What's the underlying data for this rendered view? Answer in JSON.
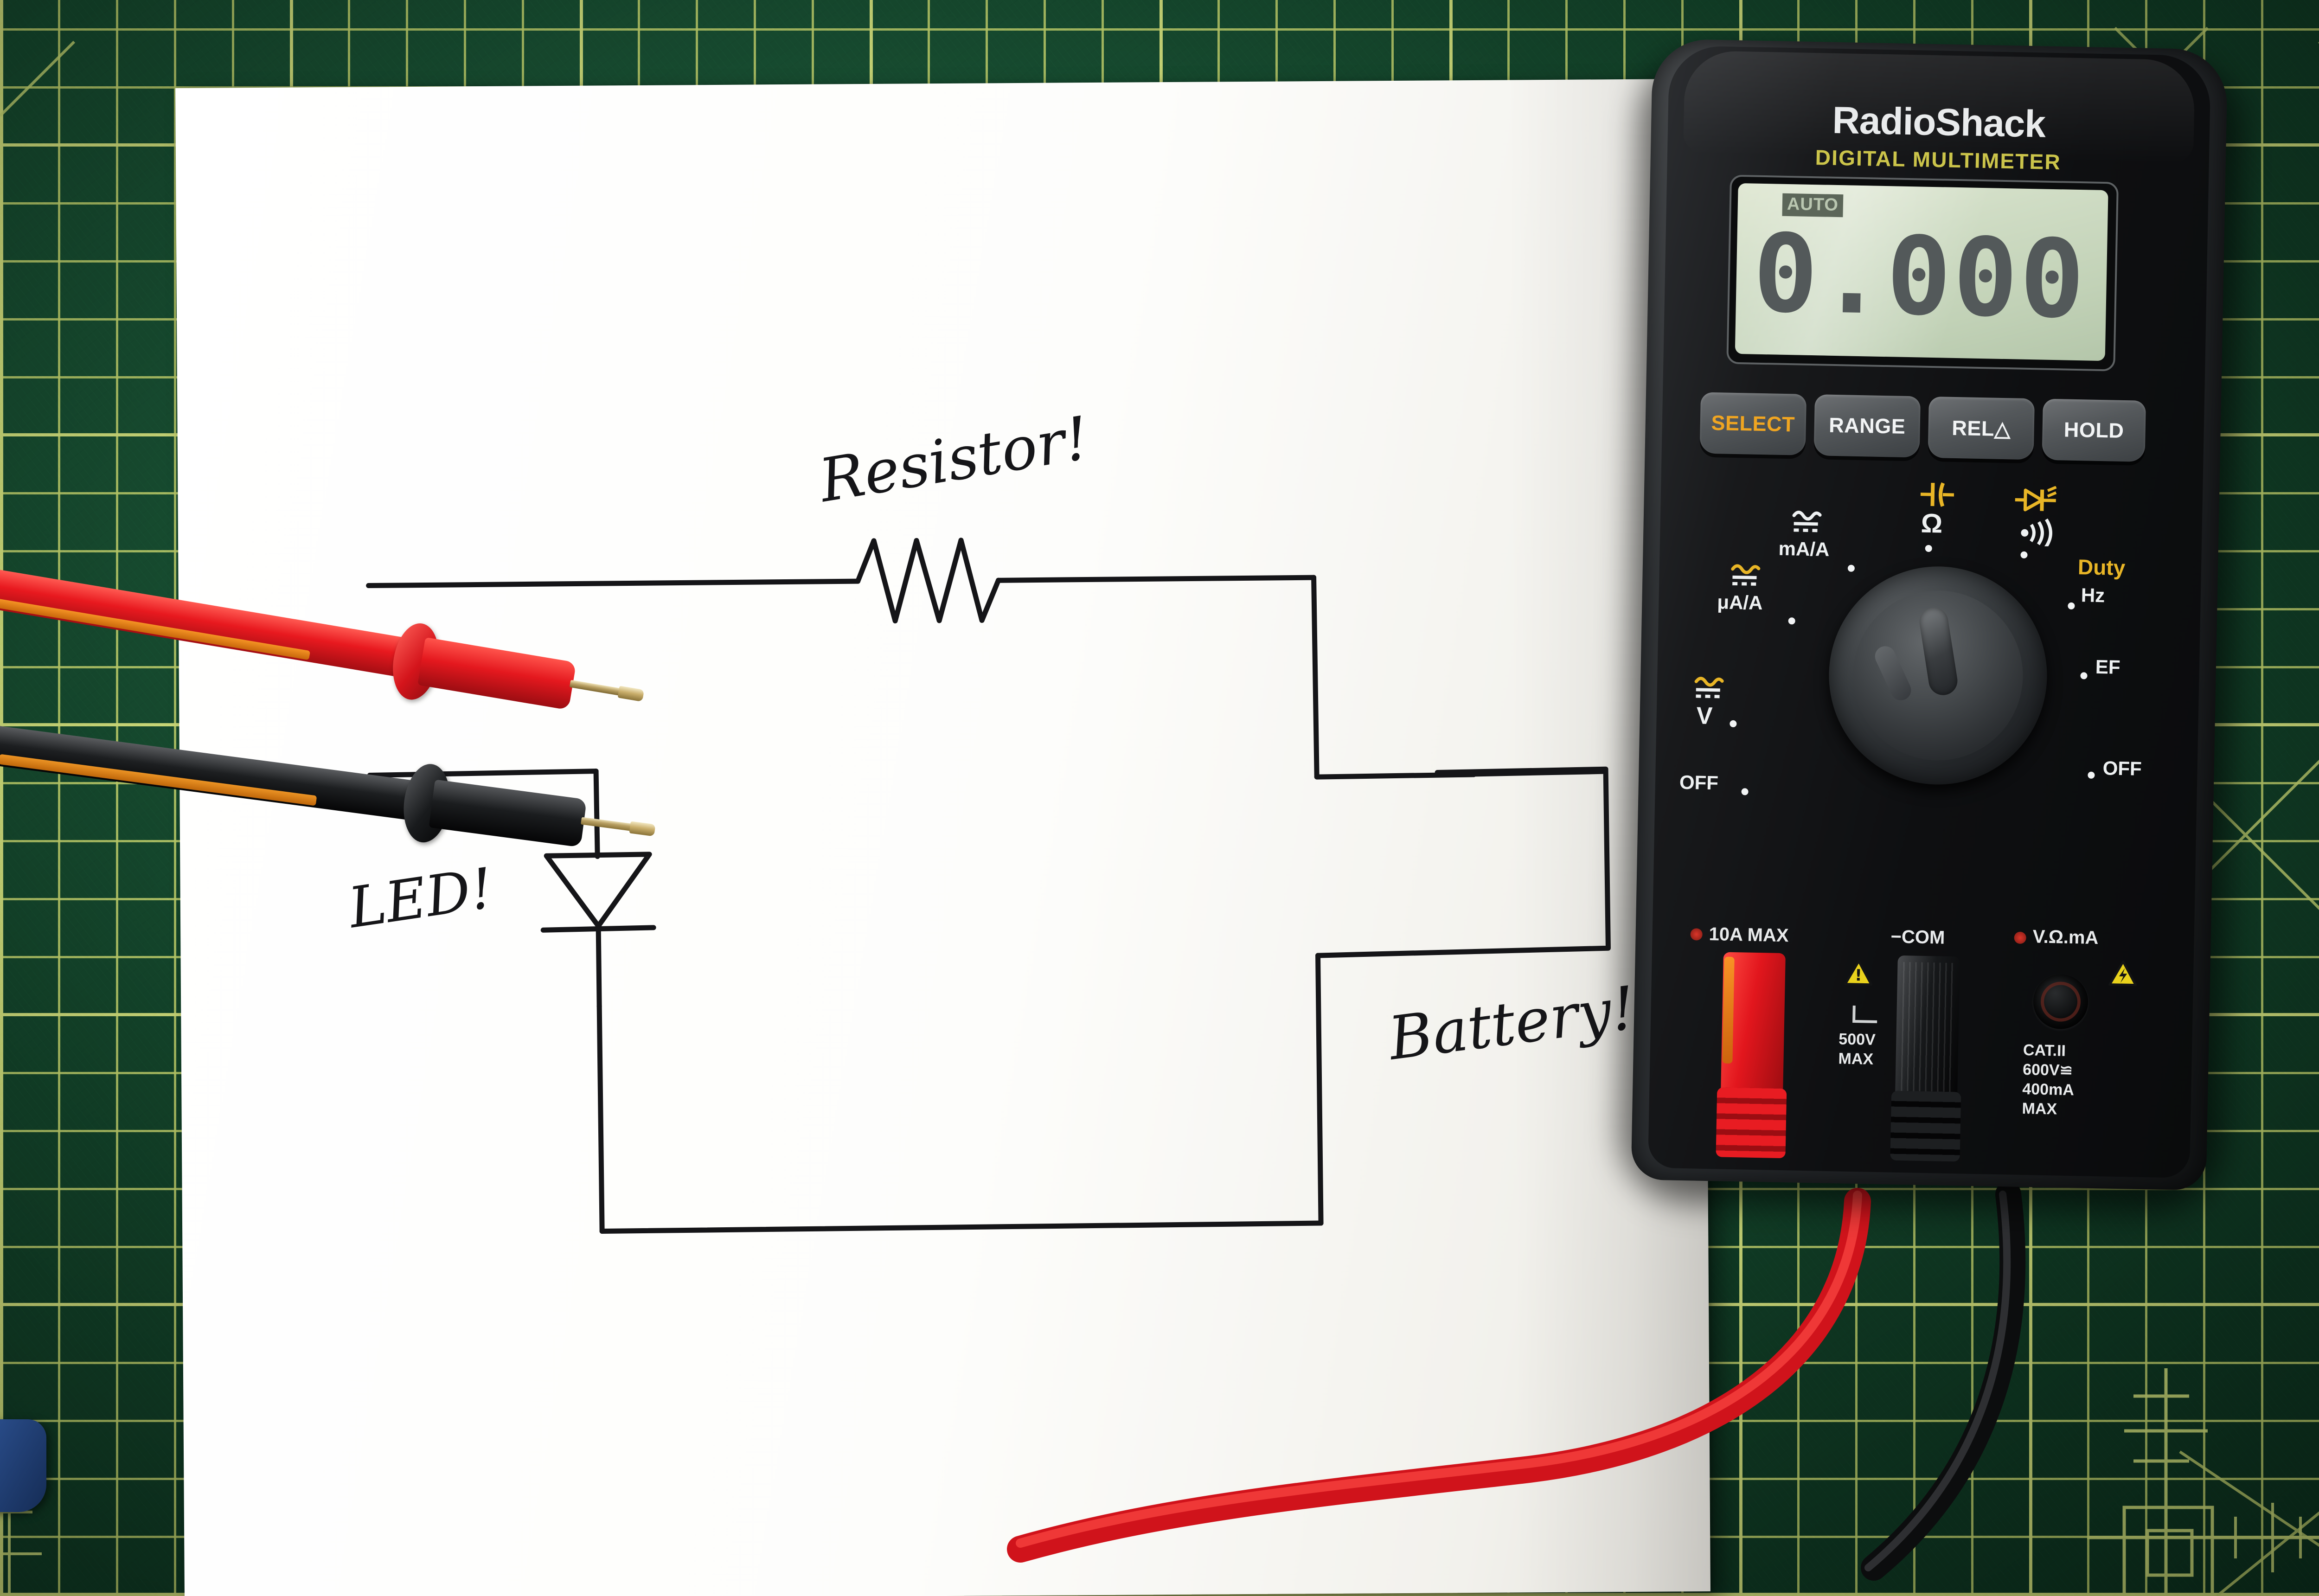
{
  "scene": {
    "title": "RadioShack digital multimeter beside a hand-drawn LED circuit on white paper over a green cutting mat",
    "surface_name": "green self-healing cutting mat",
    "paper_name": "white sheet of paper"
  },
  "colors": {
    "mat_green": "#14472c",
    "mat_grid": "#c4d66e",
    "paper_white": "#ffffff",
    "meter_black": "#0e0f11",
    "lcd_green": "#c6d5ba",
    "probe_red": "#e01b22",
    "probe_black": "#141414",
    "accent_yellow": "#e8b526",
    "select_orange": "#f0a521",
    "ink_black": "#111111"
  },
  "multimeter": {
    "brand": "RadioShack",
    "subtitle": "DIGITAL MULTIMETER",
    "display": {
      "auto_indicator": "AUTO",
      "reading": "0.000"
    },
    "buttons": [
      {
        "label": "SELECT",
        "accent": true
      },
      {
        "label": "RANGE",
        "accent": false
      },
      {
        "label": "REL△",
        "accent": false
      },
      {
        "label": "HOLD",
        "accent": false
      }
    ],
    "dial_positions": [
      {
        "label": "μA/A",
        "kind": "acdc",
        "accent": false
      },
      {
        "label": "mA/A",
        "kind": "acdc",
        "accent": false
      },
      {
        "label": "Ω",
        "kind": "glyph",
        "accent": false
      },
      {
        "label": "⊣⊢",
        "kind": "capacitor",
        "accent": true
      },
      {
        "label": "▷❘",
        "kind": "diode",
        "accent": true
      },
      {
        "label": "•)))",
        "kind": "continuity",
        "accent": false
      },
      {
        "label": "Duty",
        "kind": "text",
        "accent": true
      },
      {
        "label": "Hz",
        "kind": "text",
        "accent": false
      },
      {
        "label": "EF",
        "kind": "text",
        "accent": false
      },
      {
        "label": "OFF",
        "kind": "text",
        "accent": false
      },
      {
        "label": "V",
        "kind": "acdc",
        "accent": false
      },
      {
        "label": "OFF",
        "kind": "text",
        "accent": false
      }
    ],
    "jacks": [
      {
        "label": "10A MAX",
        "note": "500V\nMAX",
        "occupied": true,
        "plug_color": "red"
      },
      {
        "label": "−COM",
        "note": "",
        "occupied": true,
        "plug_color": "black"
      },
      {
        "label": "V.Ω.mA",
        "note": "CAT.II\n600V≌\n400mA\nMAX",
        "occupied": false,
        "plug_color": ""
      }
    ]
  },
  "circuit_drawing": {
    "labels": [
      {
        "text": "Resistor!",
        "component": "resistor"
      },
      {
        "text": "LED!",
        "component": "light-emitting-diode"
      },
      {
        "text": "Battery!",
        "component": "battery"
      }
    ]
  },
  "test_leads": [
    {
      "name": "red test probe",
      "color": "red",
      "tip": "metal needle tip",
      "position": "upper-left, pointing right"
    },
    {
      "name": "black test probe",
      "color": "black",
      "tip": "metal needle tip",
      "position": "lower-left, pointing right"
    }
  ]
}
